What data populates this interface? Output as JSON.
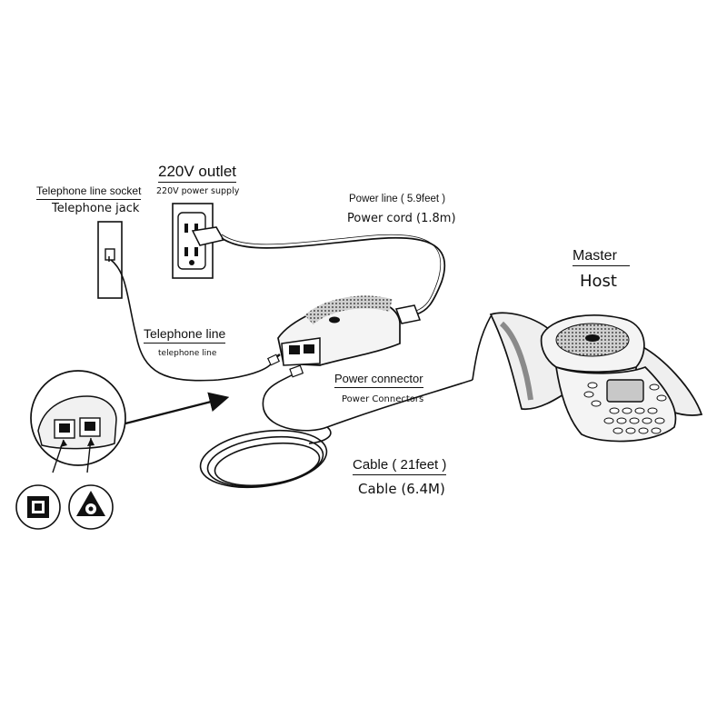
{
  "labels": {
    "telephone_socket_en": "Telephone line socket",
    "telephone_socket_alt": "Telephone jack",
    "outlet_title": "220V outlet",
    "outlet_sub": "220V power supply",
    "power_line_en": "Power line ( 5.9feet )",
    "power_line_alt": "Power cord (1.8m)",
    "telephone_line_en": "Telephone line",
    "telephone_line_alt": "telephone line",
    "power_connector_en": "Power connector",
    "power_connector_alt": "Power Connectors",
    "cable_en": "Cable ( 21feet )",
    "cable_alt": "Cable (6.4M)",
    "master_en": "Master",
    "master_alt": "Host"
  },
  "colors": {
    "ink": "#111111",
    "device_body": "#f2f2f2",
    "device_shade": "#9a9a9a",
    "screen": "#c8c8c8"
  },
  "icons": [
    "telephone-port-icon",
    "power-port-icon",
    "wall-outlet-icon",
    "conference-phone-icon",
    "power-adapter-icon"
  ]
}
